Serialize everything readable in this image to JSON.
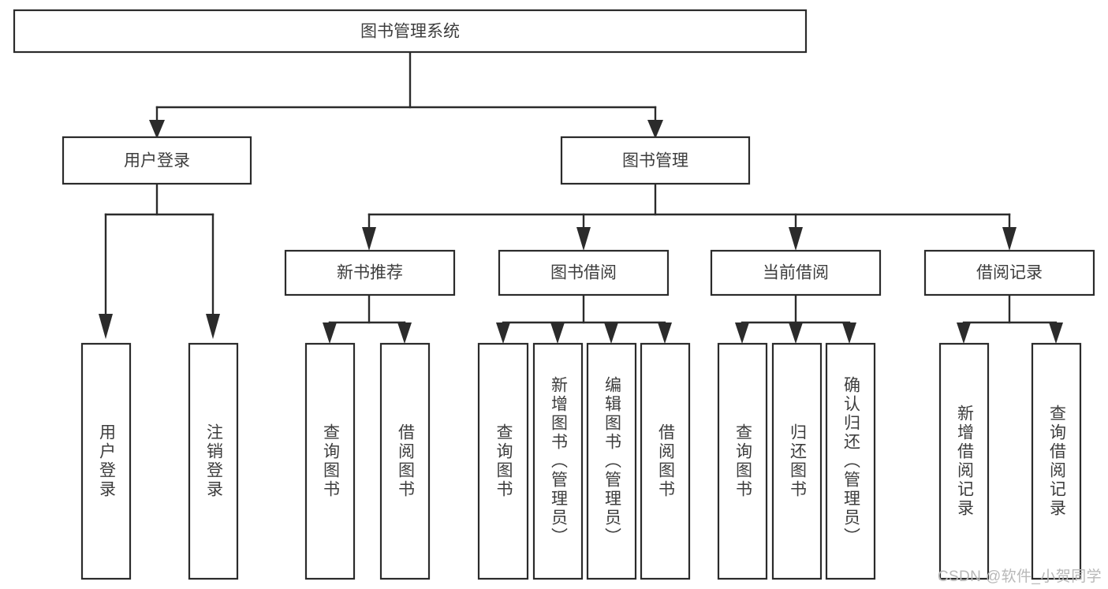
{
  "diagram": {
    "type": "tree-hierarchy-chart",
    "title": "图书管理系统",
    "orientation": "top-down",
    "colors": {
      "box_stroke": "#2b2b2b",
      "box_fill": "#ffffff",
      "text": "#3d3d3d",
      "connector": "#2b2b2b",
      "watermark": "#b8b8b8",
      "background": "#ffffff"
    },
    "root": {
      "label": "图书管理系统"
    },
    "level2": [
      {
        "label": "用户登录"
      },
      {
        "label": "图书管理"
      }
    ],
    "level3": [
      {
        "label": "新书推荐"
      },
      {
        "label": "图书借阅"
      },
      {
        "label": "当前借阅"
      },
      {
        "label": "借阅记录"
      }
    ],
    "leaves": {
      "user_login": [
        {
          "label": "用户登录"
        },
        {
          "label": "注销登录"
        }
      ],
      "new_book_recommend": [
        {
          "label": "查询图书"
        },
        {
          "label": "借阅图书"
        }
      ],
      "book_borrow": [
        {
          "label": "查询图书"
        },
        {
          "label": "新增图书（管理员）"
        },
        {
          "label": "编辑图书（管理员）"
        },
        {
          "label": "借阅图书"
        }
      ],
      "current_borrow": [
        {
          "label": "查询图书"
        },
        {
          "label": "归还图书"
        },
        {
          "label": "确认归还（管理员）"
        }
      ],
      "borrow_record": [
        {
          "label": "新增借阅记录"
        },
        {
          "label": "查询借阅记录"
        }
      ]
    }
  },
  "watermark": {
    "text": "CSDN @软件_小贺同学"
  }
}
